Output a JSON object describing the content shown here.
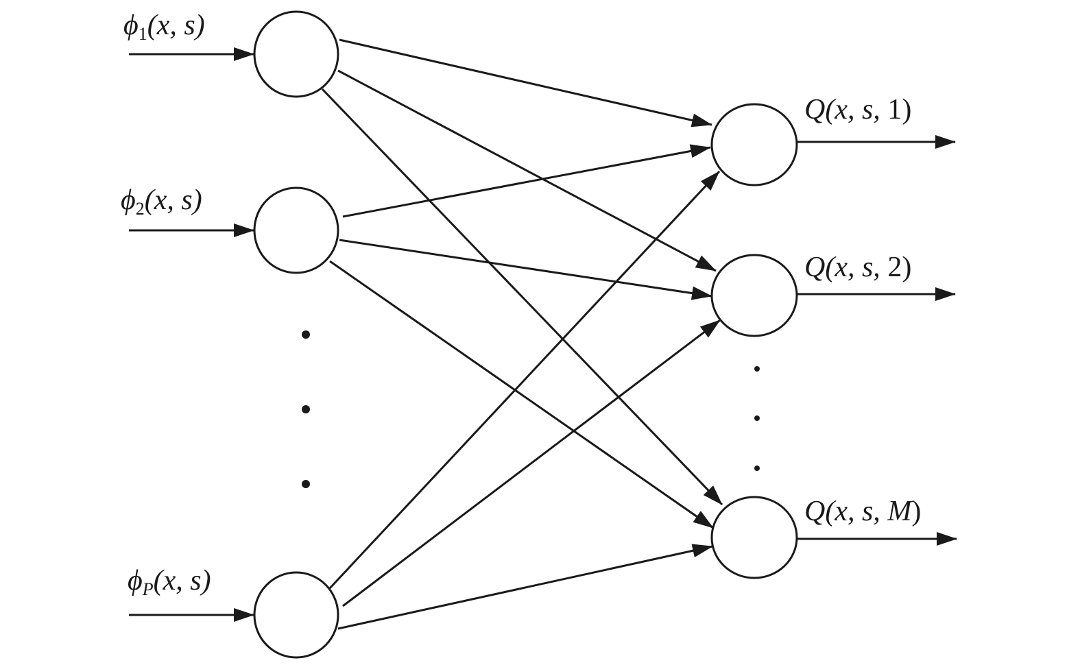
{
  "inputs": [
    {
      "symbol": "ϕ",
      "subscript": "1",
      "args": "(x, s)",
      "subscript_italic": false
    },
    {
      "symbol": "ϕ",
      "subscript": "2",
      "args": "(x, s)",
      "subscript_italic": false
    },
    {
      "symbol": "ϕ",
      "subscript": "P",
      "args": "(x, s)",
      "subscript_italic": true
    }
  ],
  "outputs": [
    {
      "prefix": "Q(x, s, ",
      "index": "1",
      "suffix": ")",
      "index_italic": false
    },
    {
      "prefix": "Q(x, s, ",
      "index": "2",
      "suffix": ")",
      "index_italic": false
    },
    {
      "prefix": "Q(x, s, ",
      "index": "M",
      "suffix": ")",
      "index_italic": true
    }
  ],
  "connections": "fully-connected",
  "colors": {
    "stroke": "#1a1a1a",
    "background": "#ffffff"
  }
}
